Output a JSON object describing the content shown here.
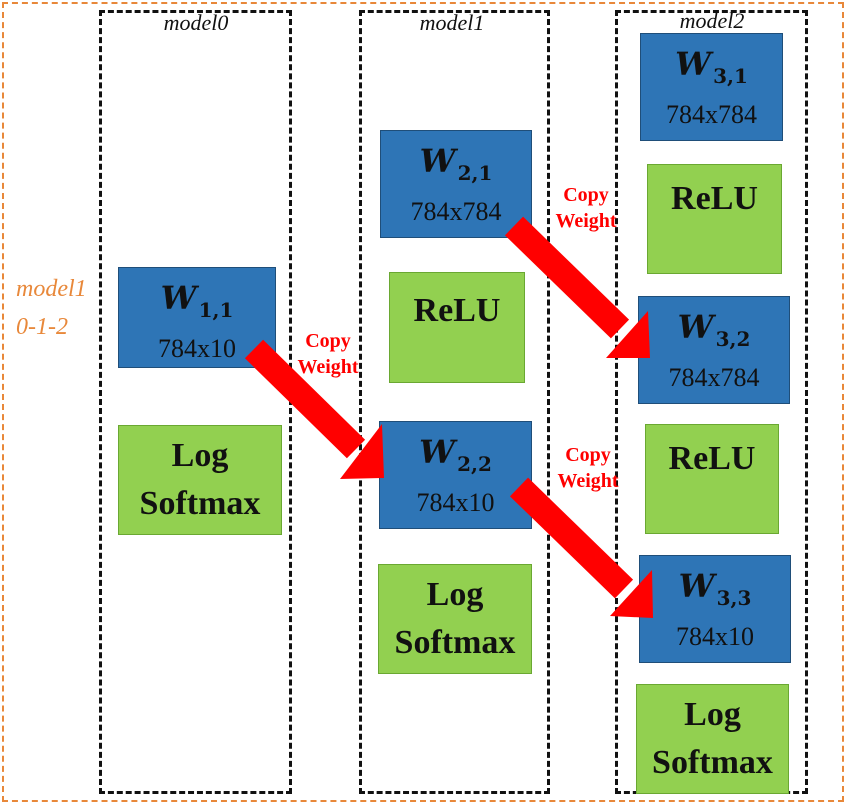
{
  "side_label": {
    "line1": "model1",
    "line2": "0-1-2"
  },
  "models": [
    {
      "title": "model0"
    },
    {
      "title": "model1"
    },
    {
      "title": "model2"
    }
  ],
  "weights": {
    "w11": {
      "name": "W",
      "sub": "1,1",
      "dim": "784x10"
    },
    "w21": {
      "name": "W",
      "sub": "2,1",
      "dim": "784x784"
    },
    "w22": {
      "name": "W",
      "sub": "2,2",
      "dim": "784x10"
    },
    "w31": {
      "name": "W",
      "sub": "3,1",
      "dim": "784x784"
    },
    "w32": {
      "name": "W",
      "sub": "3,2",
      "dim": "784x784"
    },
    "w33": {
      "name": "W",
      "sub": "3,3",
      "dim": "784x10"
    }
  },
  "layers": {
    "relu": "ReLU",
    "log": "Log",
    "softmax": "Softmax"
  },
  "copy_label": {
    "line1": "Copy",
    "line2": "Weight"
  },
  "colors": {
    "weight_box": "#2e75b6",
    "activation_box": "#92d050",
    "arrow": "#ff0000",
    "outer_frame": "#e8883a"
  }
}
